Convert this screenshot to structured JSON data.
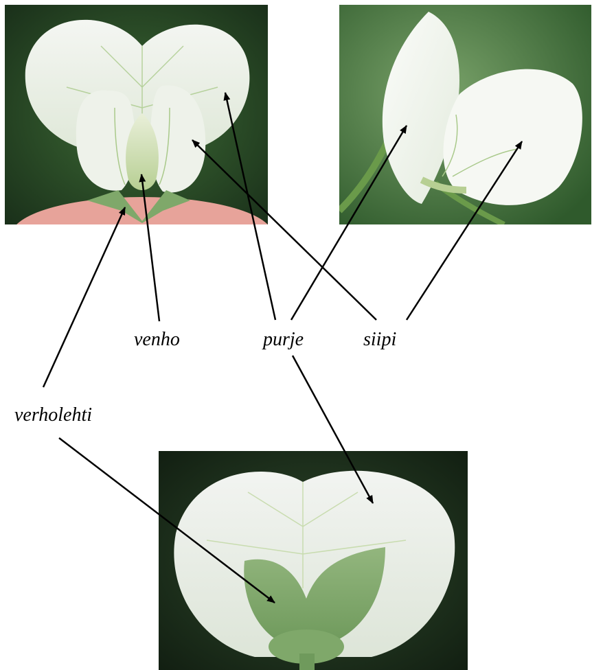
{
  "labels": {
    "venho": "venho",
    "purje": "purje",
    "siipi": "siipi",
    "verholehti": "verholehti"
  },
  "colors": {
    "background": "#ffffff",
    "ink": "#000000",
    "foliage_dark": "#1d3a1f",
    "foliage_mid": "#3d6b35",
    "petal_white": "#f4f6f2",
    "petal_vein": "#a9c98a",
    "sepal_green": "#7fa86a",
    "finger_pink": "#e7a39a"
  }
}
